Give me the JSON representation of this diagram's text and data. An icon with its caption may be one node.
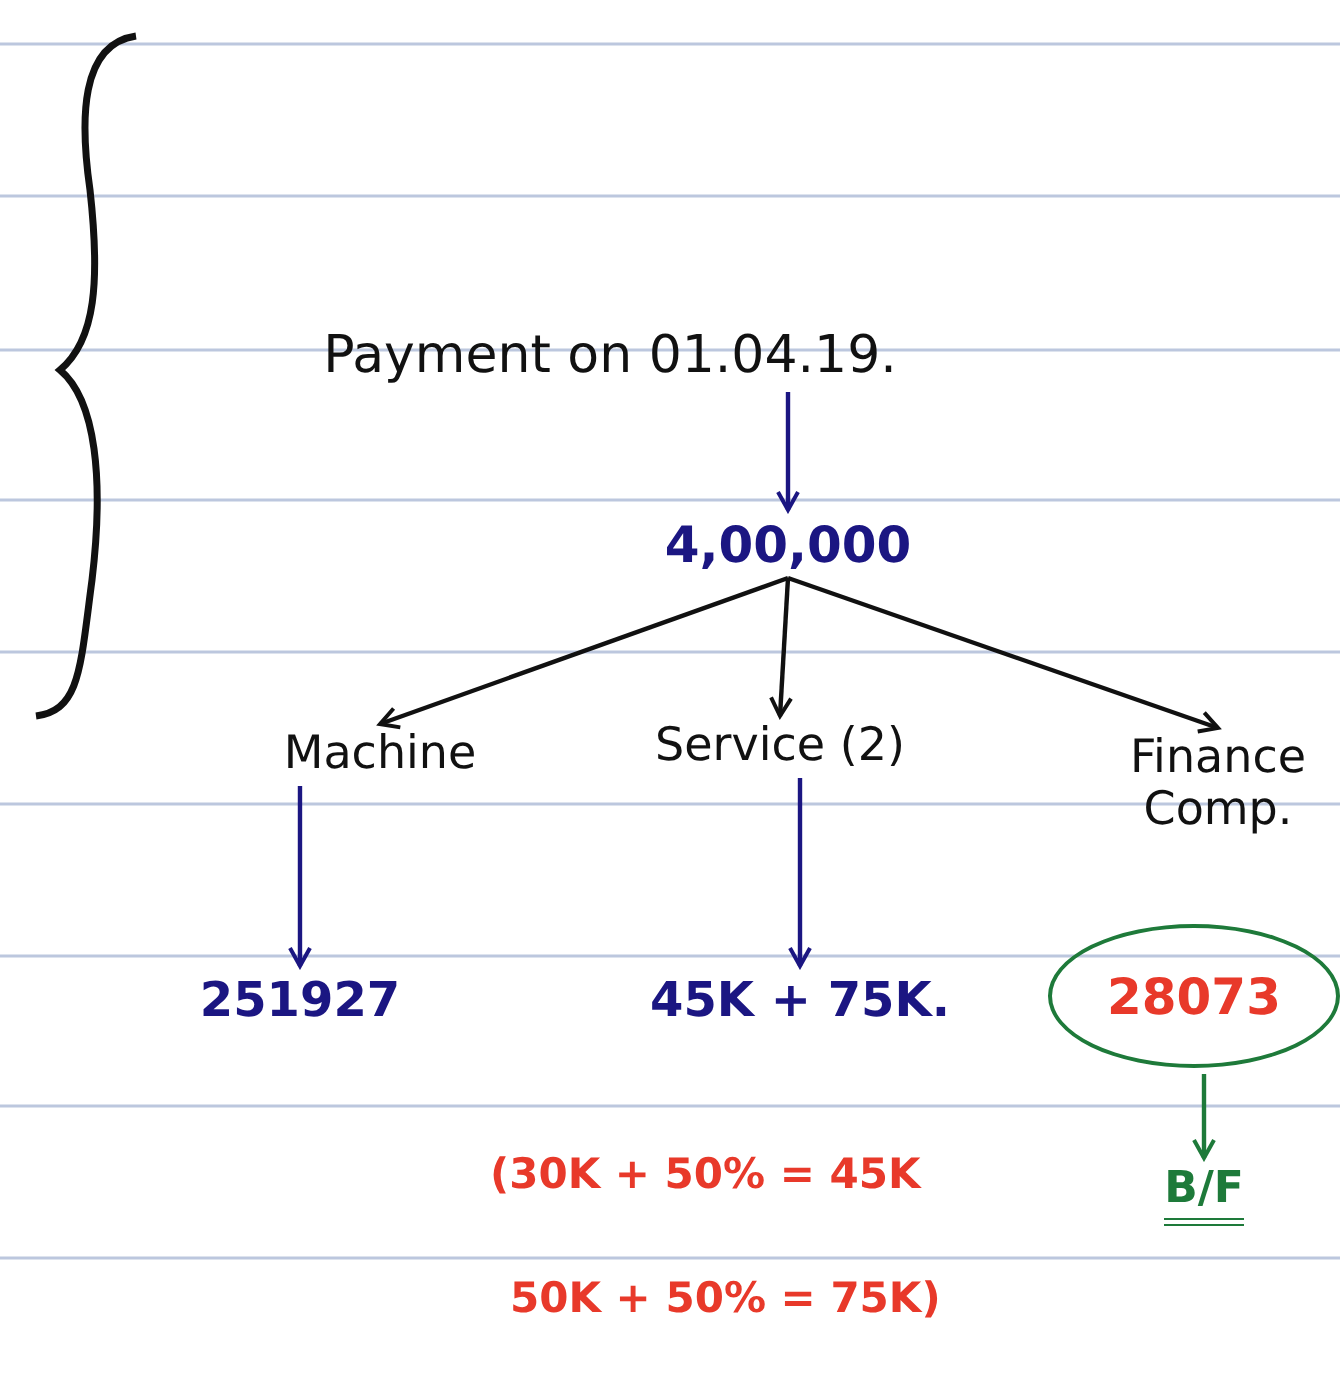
{
  "diagram": {
    "nodes": [
      {
        "text": [
          "Payment on 01.04.19."
        ]
      },
      {
        "text": [
          "4,00,000"
        ]
      },
      {
        "text": [
          "Machine"
        ]
      },
      {
        "text": [
          "Service (2)"
        ]
      },
      {
        "text": [
          "Finance Comp."
        ]
      },
      {
        "text": [
          "251927"
        ]
      },
      {
        "text": [
          "45K + 75K."
        ]
      },
      {
        "text": [
          "28073"
        ]
      },
      {
        "text": [
          "B/F"
        ]
      }
    ],
    "edges": [
      {
        "from": 0,
        "to": 1,
        "arrow": "to",
        "color": "#1b1682"
      },
      {
        "from": 1,
        "to": 2,
        "arrow": "to",
        "color": "#111111"
      },
      {
        "from": 1,
        "to": 3,
        "arrow": "to",
        "color": "#111111"
      },
      {
        "from": 1,
        "to": 4,
        "arrow": "to",
        "color": "#111111"
      },
      {
        "from": 2,
        "to": 5,
        "arrow": "to",
        "color": "#1b1682"
      },
      {
        "from": 3,
        "to": 6,
        "arrow": "to",
        "color": "#1b1682"
      },
      {
        "from": 7,
        "to": 8,
        "arrow": "to",
        "color": "#1e7a3a"
      }
    ],
    "labels": [
      "(30K + 50% = 45K",
      "50K + 50% = 75K)"
    ]
  }
}
